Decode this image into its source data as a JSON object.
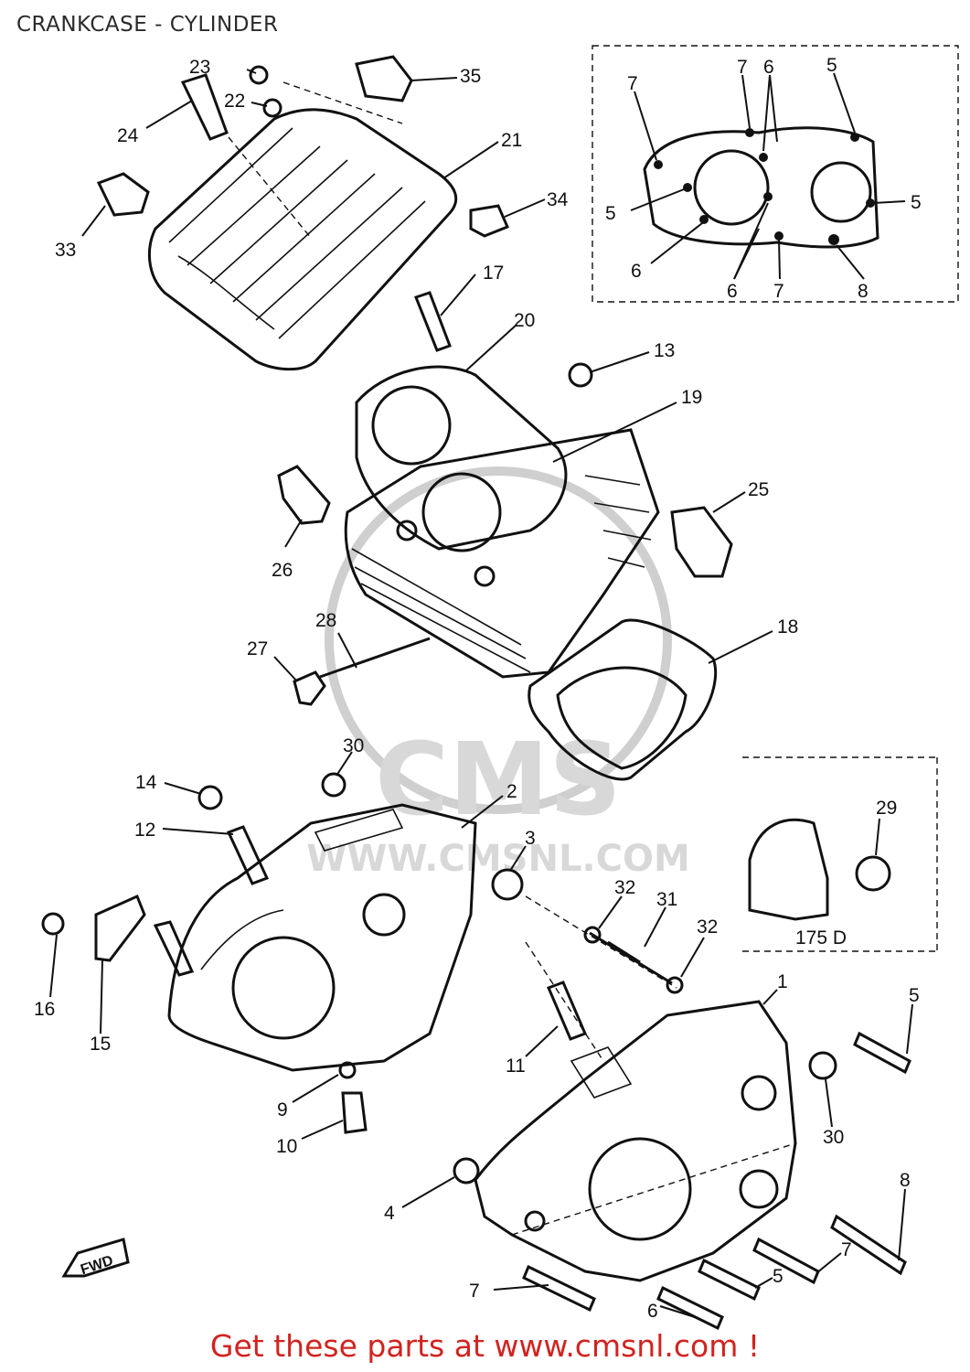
{
  "title": "CRANKCASE - CYLINDER",
  "footer": "Get these parts at www.cmsnl.com !",
  "watermark": {
    "logo": "CMS",
    "url": "WWW.CMSNL.COM"
  },
  "inset_label": "175 D",
  "fwd_label": "FWD",
  "callouts": {
    "c23": "23",
    "c35": "35",
    "c22": "22",
    "c24": "24",
    "c21": "21",
    "c33": "33",
    "c34": "34",
    "c17": "17",
    "c20": "20",
    "c13": "13",
    "c19": "19",
    "c25": "25",
    "c26": "26",
    "c28": "28",
    "c27": "27",
    "c18": "18",
    "c30a": "30",
    "c14": "14",
    "c12": "12",
    "c2": "2",
    "c3": "3",
    "c32a": "32",
    "c31": "31",
    "c32b": "32",
    "c29": "29",
    "c16": "16",
    "c15": "15",
    "c1": "1",
    "c11": "11",
    "c5a": "5",
    "c9": "9",
    "c10": "10",
    "c30b": "30",
    "c4": "4",
    "c8a": "8",
    "c7a": "7",
    "c5b": "5",
    "c7b": "7",
    "c6a": "6",
    "i7a": "7",
    "i7b": "7",
    "i6a": "6",
    "i6b": "6",
    "i5a": "5",
    "i5b": "5",
    "i6c": "6",
    "i5c": "5",
    "i7c": "7",
    "i8": "8"
  }
}
